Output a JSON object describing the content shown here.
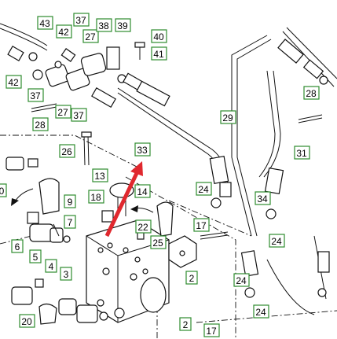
{
  "diagram": {
    "callouts": [
      "43",
      "37",
      "42",
      "27",
      "38",
      "39",
      "40",
      "41",
      "42",
      "37",
      "28",
      "27",
      "37",
      "26",
      "33",
      "29",
      "28",
      "31",
      "13",
      "18",
      "14",
      "24",
      "34",
      "9",
      "7",
      "17",
      "22",
      "25",
      "6",
      "5",
      "4",
      "3",
      "2",
      "24",
      "20",
      "2",
      "17",
      "24",
      "0"
    ],
    "accent_color": "#2e8b2e",
    "arrow_color": "#e0282e"
  }
}
